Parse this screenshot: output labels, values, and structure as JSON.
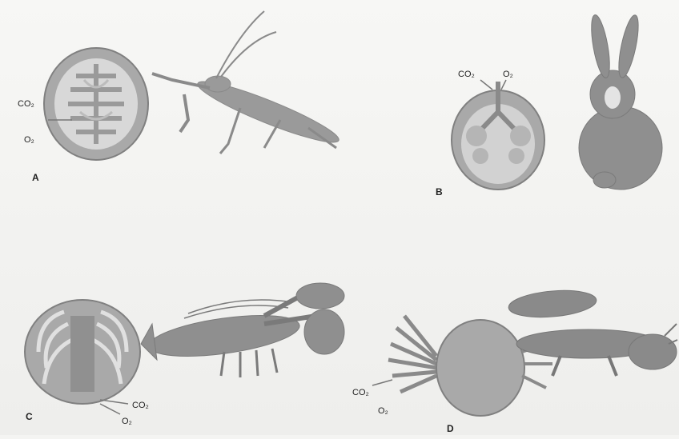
{
  "panels": [
    {
      "label": "A",
      "labels": {
        "co2": "CO₂",
        "o2": "O₂"
      },
      "icons": [
        "tracheal-system-icon",
        "mantis-icon"
      ]
    },
    {
      "label": "B",
      "labels": {
        "co2": "CO₂",
        "o2": "O₂"
      },
      "icons": [
        "lungs-icon",
        "rabbit-icon"
      ]
    },
    {
      "label": "C",
      "labels": {
        "co2": "CO₂",
        "o2": "O₂"
      },
      "icons": [
        "internal-gills-icon",
        "lobster-icon"
      ]
    },
    {
      "label": "D",
      "labels": {
        "co2": "CO₂",
        "o2": "O₂"
      },
      "icons": [
        "external-gills-icon",
        "axolotl-icon"
      ]
    }
  ],
  "colors": {
    "body": "#9a9a9a",
    "outline": "#7a7a7a",
    "inner": "#c9c9c9",
    "animal": "#8a8a8a"
  }
}
